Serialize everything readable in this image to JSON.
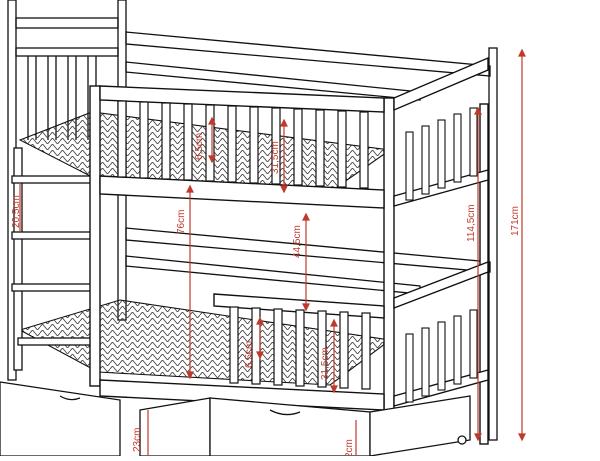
{
  "colors": {
    "line": "#111111",
    "dimension": "#c0392b",
    "mattress": "#444444",
    "background": "#ffffff"
  },
  "dimensions": {
    "rail_gap_top": "6,5cm",
    "rail_height_top": "31,5cm",
    "ladder_step": "20,5cm",
    "bunk_clearance_front": "76cm",
    "bunk_clearance_middle": "44,5cm",
    "upper_bed_height": "114,5cm",
    "total_height": "171cm",
    "rail_gap_bottom": "6,5cm",
    "rail_height_bottom": "31,5cm",
    "drawer_height": "23cm",
    "drawer_partial": "2cm"
  }
}
